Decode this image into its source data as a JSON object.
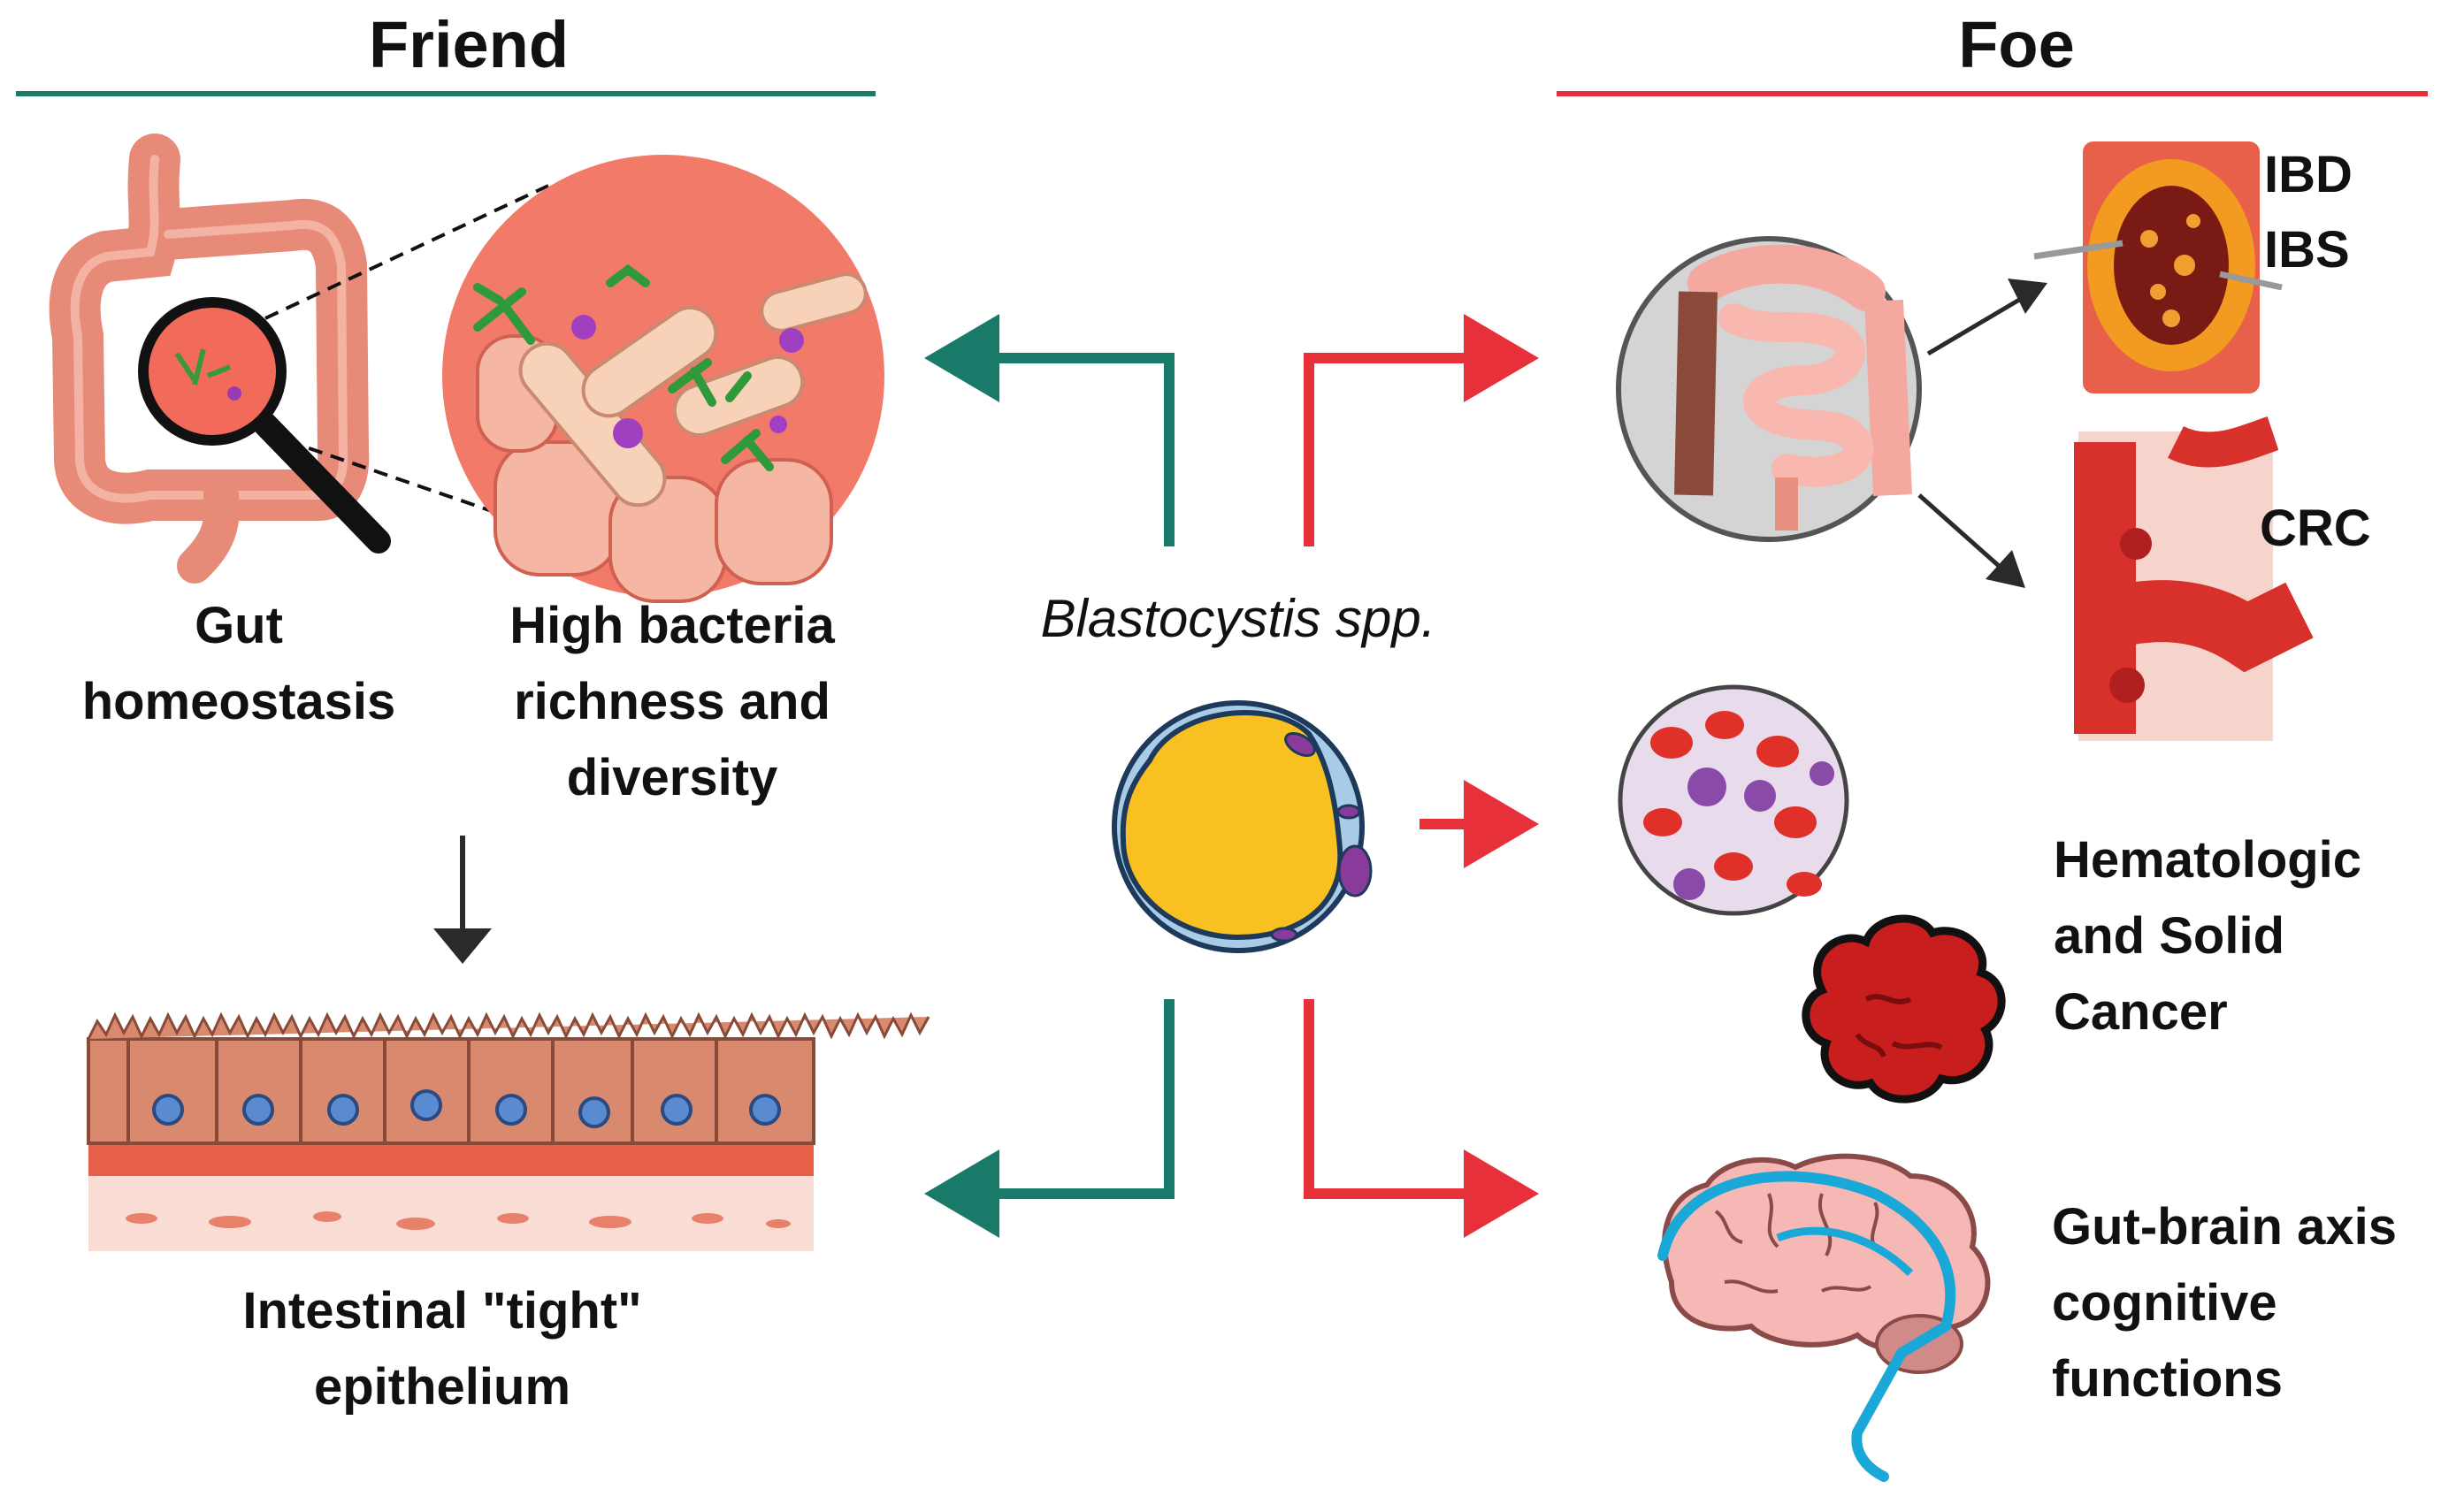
{
  "headers": {
    "friend": "Friend",
    "foe": "Foe"
  },
  "colors": {
    "friend": "#1a7a6a",
    "foe": "#e8303a",
    "neutral": "#2a2a2a"
  },
  "center": {
    "organism": "Blastocystis spp."
  },
  "friend": {
    "gut_label_line1": "Gut",
    "gut_label_line2": "homeostasis",
    "bacteria_line1": "High bacteria",
    "bacteria_line2": "richness and",
    "bacteria_line3": "diversity",
    "epithelium_line1": "Intestinal \"tight\"",
    "epithelium_line2": "epithelium"
  },
  "foe": {
    "ibd": "IBD",
    "ibs": "IBS",
    "crc": "CRC",
    "cancer_line1": "Hematologic",
    "cancer_line2": "and Solid",
    "cancer_line3": "Cancer",
    "brain_line1": "Gut-brain axis",
    "brain_line2": "cognitive",
    "brain_line3": "functions"
  },
  "icons": [
    "colon-icon",
    "magnifier-icon",
    "bacteria-zoom-icon",
    "epithelium-icon",
    "blastocystis-cell-icon",
    "inflamed-colon-icon",
    "crc-colon-icon",
    "blood-cells-icon",
    "tumor-icon",
    "brain-icon"
  ]
}
